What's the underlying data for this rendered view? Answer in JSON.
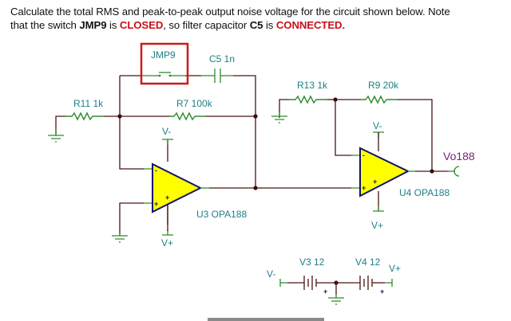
{
  "question": {
    "line1": "Calculate the total RMS and peak-to-peak output noise voltage for the circuit shown below. Note",
    "line2_part1": "that the switch ",
    "line2_jmp": "JMP9",
    "line2_part2": " is ",
    "line2_closed": "CLOSED",
    "line2_part3": ", so filter capacitor ",
    "line2_c5": "C5",
    "line2_part4": " is ",
    "line2_connected": "CONNECTED."
  },
  "components": {
    "jmp9": "JMP9",
    "c5": "C5 1n",
    "r11": "R11 1k",
    "r7": "R7 100k",
    "r13": "R13 1k",
    "r9": "R9 20k",
    "u3": "U3 OPA188",
    "u4": "U4 OPA188",
    "v3": "V3 12",
    "v4": "V4 12",
    "output": "Vo188"
  },
  "rails": {
    "vminus": "V-",
    "vplus": "V+"
  },
  "pins": {
    "minus": "-",
    "plus": "+"
  },
  "colors": {
    "highlight": "#c8101a",
    "label": "#1f7f86",
    "output_label": "#7a1f7f",
    "opamp_fill": "#ffff00"
  }
}
